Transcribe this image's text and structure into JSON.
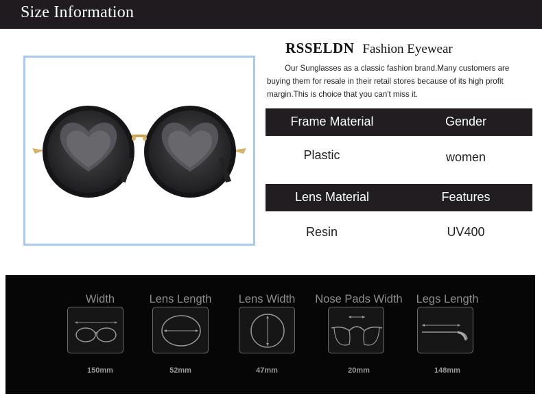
{
  "header": {
    "title": "Size Information"
  },
  "brand": {
    "name": "RSSELDN",
    "tagline": "Fashion Eyewear"
  },
  "description": "Our Sunglasses as a classic fashion brand.Many customers are buying them for resale in their retail stores because of its high profit margin.This is choice that you can't miss it.",
  "specs": [
    {
      "labels": [
        "Frame Material",
        "Gender"
      ],
      "values": [
        "Plastic",
        "women"
      ]
    },
    {
      "labels": [
        "Lens Material",
        "Features"
      ],
      "values": [
        "Resin",
        "UV400"
      ]
    }
  ],
  "dimensions": [
    {
      "label": "Width",
      "value": "150mm",
      "icon": "glasses-width-icon"
    },
    {
      "label": "Lens Length",
      "value": "52mm",
      "icon": "lens-length-icon"
    },
    {
      "label": "Lens Width",
      "value": "47mm",
      "icon": "lens-width-icon"
    },
    {
      "label": "Nose Pads Width",
      "value": "20mm",
      "icon": "nose-pads-icon"
    },
    {
      "label": "Legs Length",
      "value": "148mm",
      "icon": "legs-length-icon"
    }
  ],
  "colors": {
    "header_bg": "#1f1b1f",
    "frame_border": "#aac7ee",
    "panel_bg": "#060606"
  }
}
